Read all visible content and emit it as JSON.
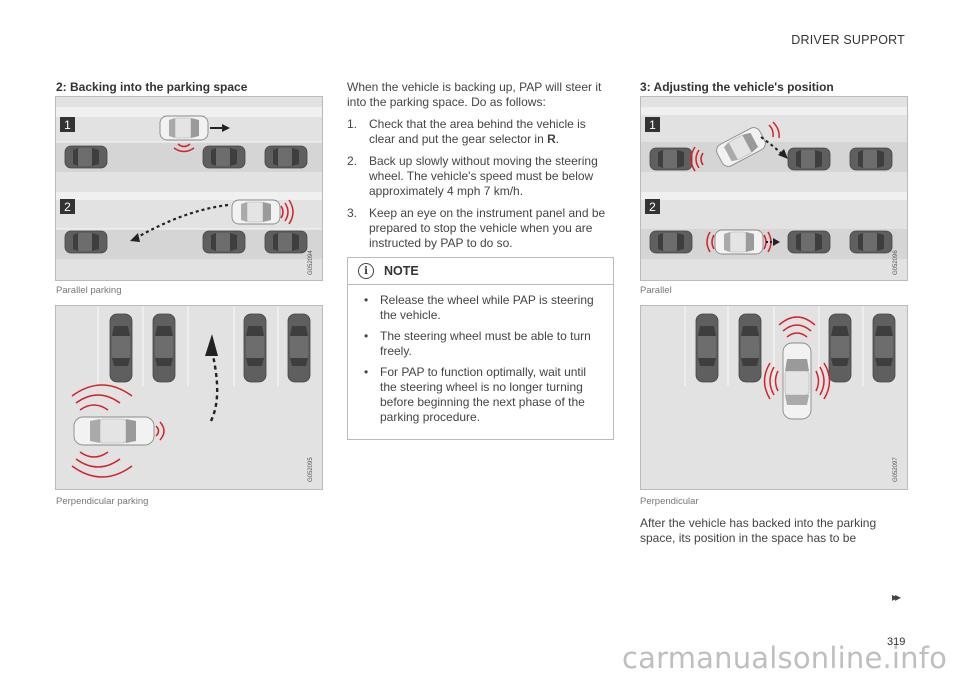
{
  "header": {
    "section": "DRIVER SUPPORT"
  },
  "left": {
    "title": "2: Backing into the parking space",
    "fig1": {
      "caption": "Parallel parking",
      "badge1": "1",
      "badge2": "2",
      "code": "G052094"
    },
    "fig2": {
      "caption": "Perpendicular parking",
      "code": "G052095"
    }
  },
  "middle": {
    "intro": "When the vehicle is backing up, PAP will steer it into the parking space. Do as follows:",
    "steps": [
      {
        "num": "1.",
        "text_a": "Check that the area behind the vehicle is clear and put the gear selector in ",
        "bold": "R",
        "text_b": "."
      },
      {
        "num": "2.",
        "text": "Back up slowly without moving the steering wheel. The vehicle's speed must be below approximately 4 mph 7 km/h."
      },
      {
        "num": "3.",
        "text": "Keep an eye on the instrument panel and be prepared to stop the vehicle when you are instructed by PAP to do so."
      }
    ],
    "note": {
      "heading": "NOTE",
      "icon": "info-icon",
      "bullet": "•",
      "items": [
        "Release the wheel while PAP is steering the vehicle.",
        "The steering wheel must be able to turn freely.",
        "For PAP to function optimally, wait until the steering wheel is no longer turning before beginning the next phase of the parking procedure."
      ]
    }
  },
  "right": {
    "title": "3: Adjusting the vehicle's position",
    "fig1": {
      "caption": "Parallel",
      "badge1": "1",
      "badge2": "2",
      "code": "G052096"
    },
    "fig2": {
      "caption": "Perpendicular",
      "code": "G052097"
    },
    "text": "After the vehicle has backed into the parking space, its position in the space has to be"
  },
  "footer": {
    "nav": "▸▸",
    "page": "319",
    "watermark": "carmanualsonline.info"
  },
  "colors": {
    "sensor_red": "#d2232a",
    "car_dark": "#5f5f5f",
    "car_light": "#f2f2f2",
    "road": "#e2e2e2",
    "lane": "#d4d4d4"
  }
}
